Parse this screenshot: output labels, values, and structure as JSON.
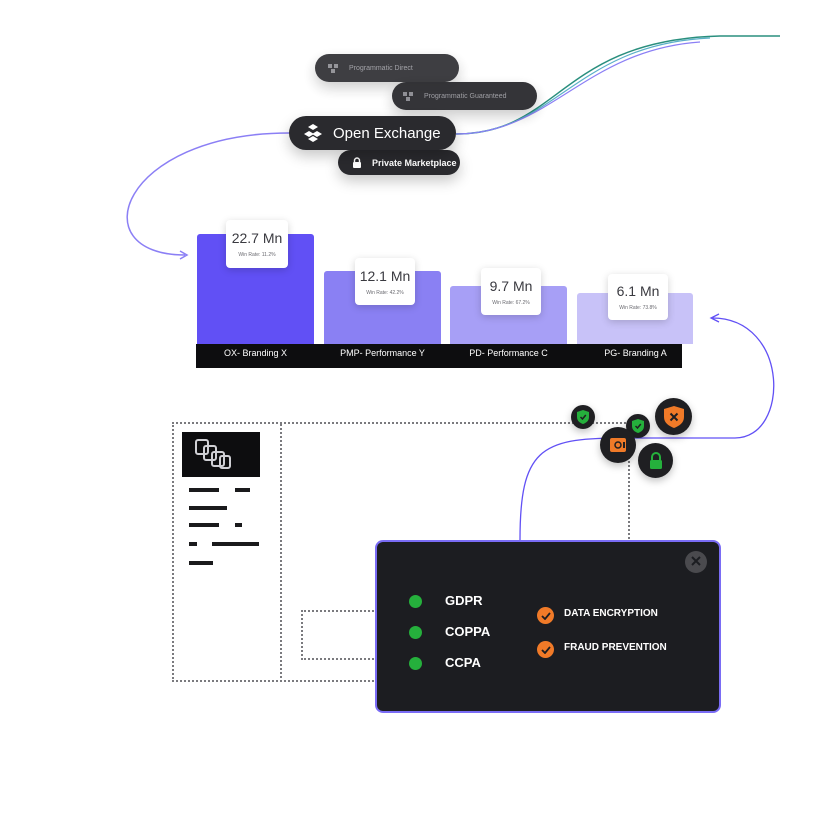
{
  "deal_types": {
    "programmatic_direct": "Programmatic Direct",
    "programmatic_guaranteed": "Programmatic Guaranteed",
    "open_exchange": "Open Exchange",
    "private_marketplace": "Private Marketplace"
  },
  "bars": [
    {
      "value": "22.7 Mn",
      "win_rate": "Win Rate: 11.2%",
      "label": "OX- Branding X",
      "color": "#6150f5"
    },
    {
      "value": "12.1 Mn",
      "win_rate": "Win Rate: 42.2%",
      "label": "PMP- Performance Y",
      "color": "#8a80f3"
    },
    {
      "value": "9.7 Mn",
      "win_rate": "Win Rate: 67.2%",
      "label": "PD- Performance C",
      "color": "#a79ff6"
    },
    {
      "value": "6.1 Mn",
      "win_rate": "Win Rate: 73.8%",
      "label": "PG- Branding A",
      "color": "#c8c2f8"
    }
  ],
  "compliance": {
    "items": [
      "GDPR",
      "COPPA",
      "CCPA"
    ],
    "security": [
      "DATA ENCRYPTION",
      "FRAUD PREVENTION"
    ]
  },
  "colors": {
    "accent": "#7a6cf5",
    "panel_bg": "#1c1d21",
    "green": "#25b03c",
    "orange": "#f07a28",
    "teal": "#2a8f7e"
  },
  "icons": {
    "deal_pill": "boxes-icon",
    "private_marketplace": "lock-icon",
    "document": "chain-link-icon",
    "badges": [
      "shield-check-icon",
      "shield-check-icon",
      "shield-x-icon",
      "safe-icon",
      "lock-icon"
    ],
    "close": "close-icon",
    "compliance_status": "green-dot-icon",
    "security_status": "check-circle-icon"
  }
}
